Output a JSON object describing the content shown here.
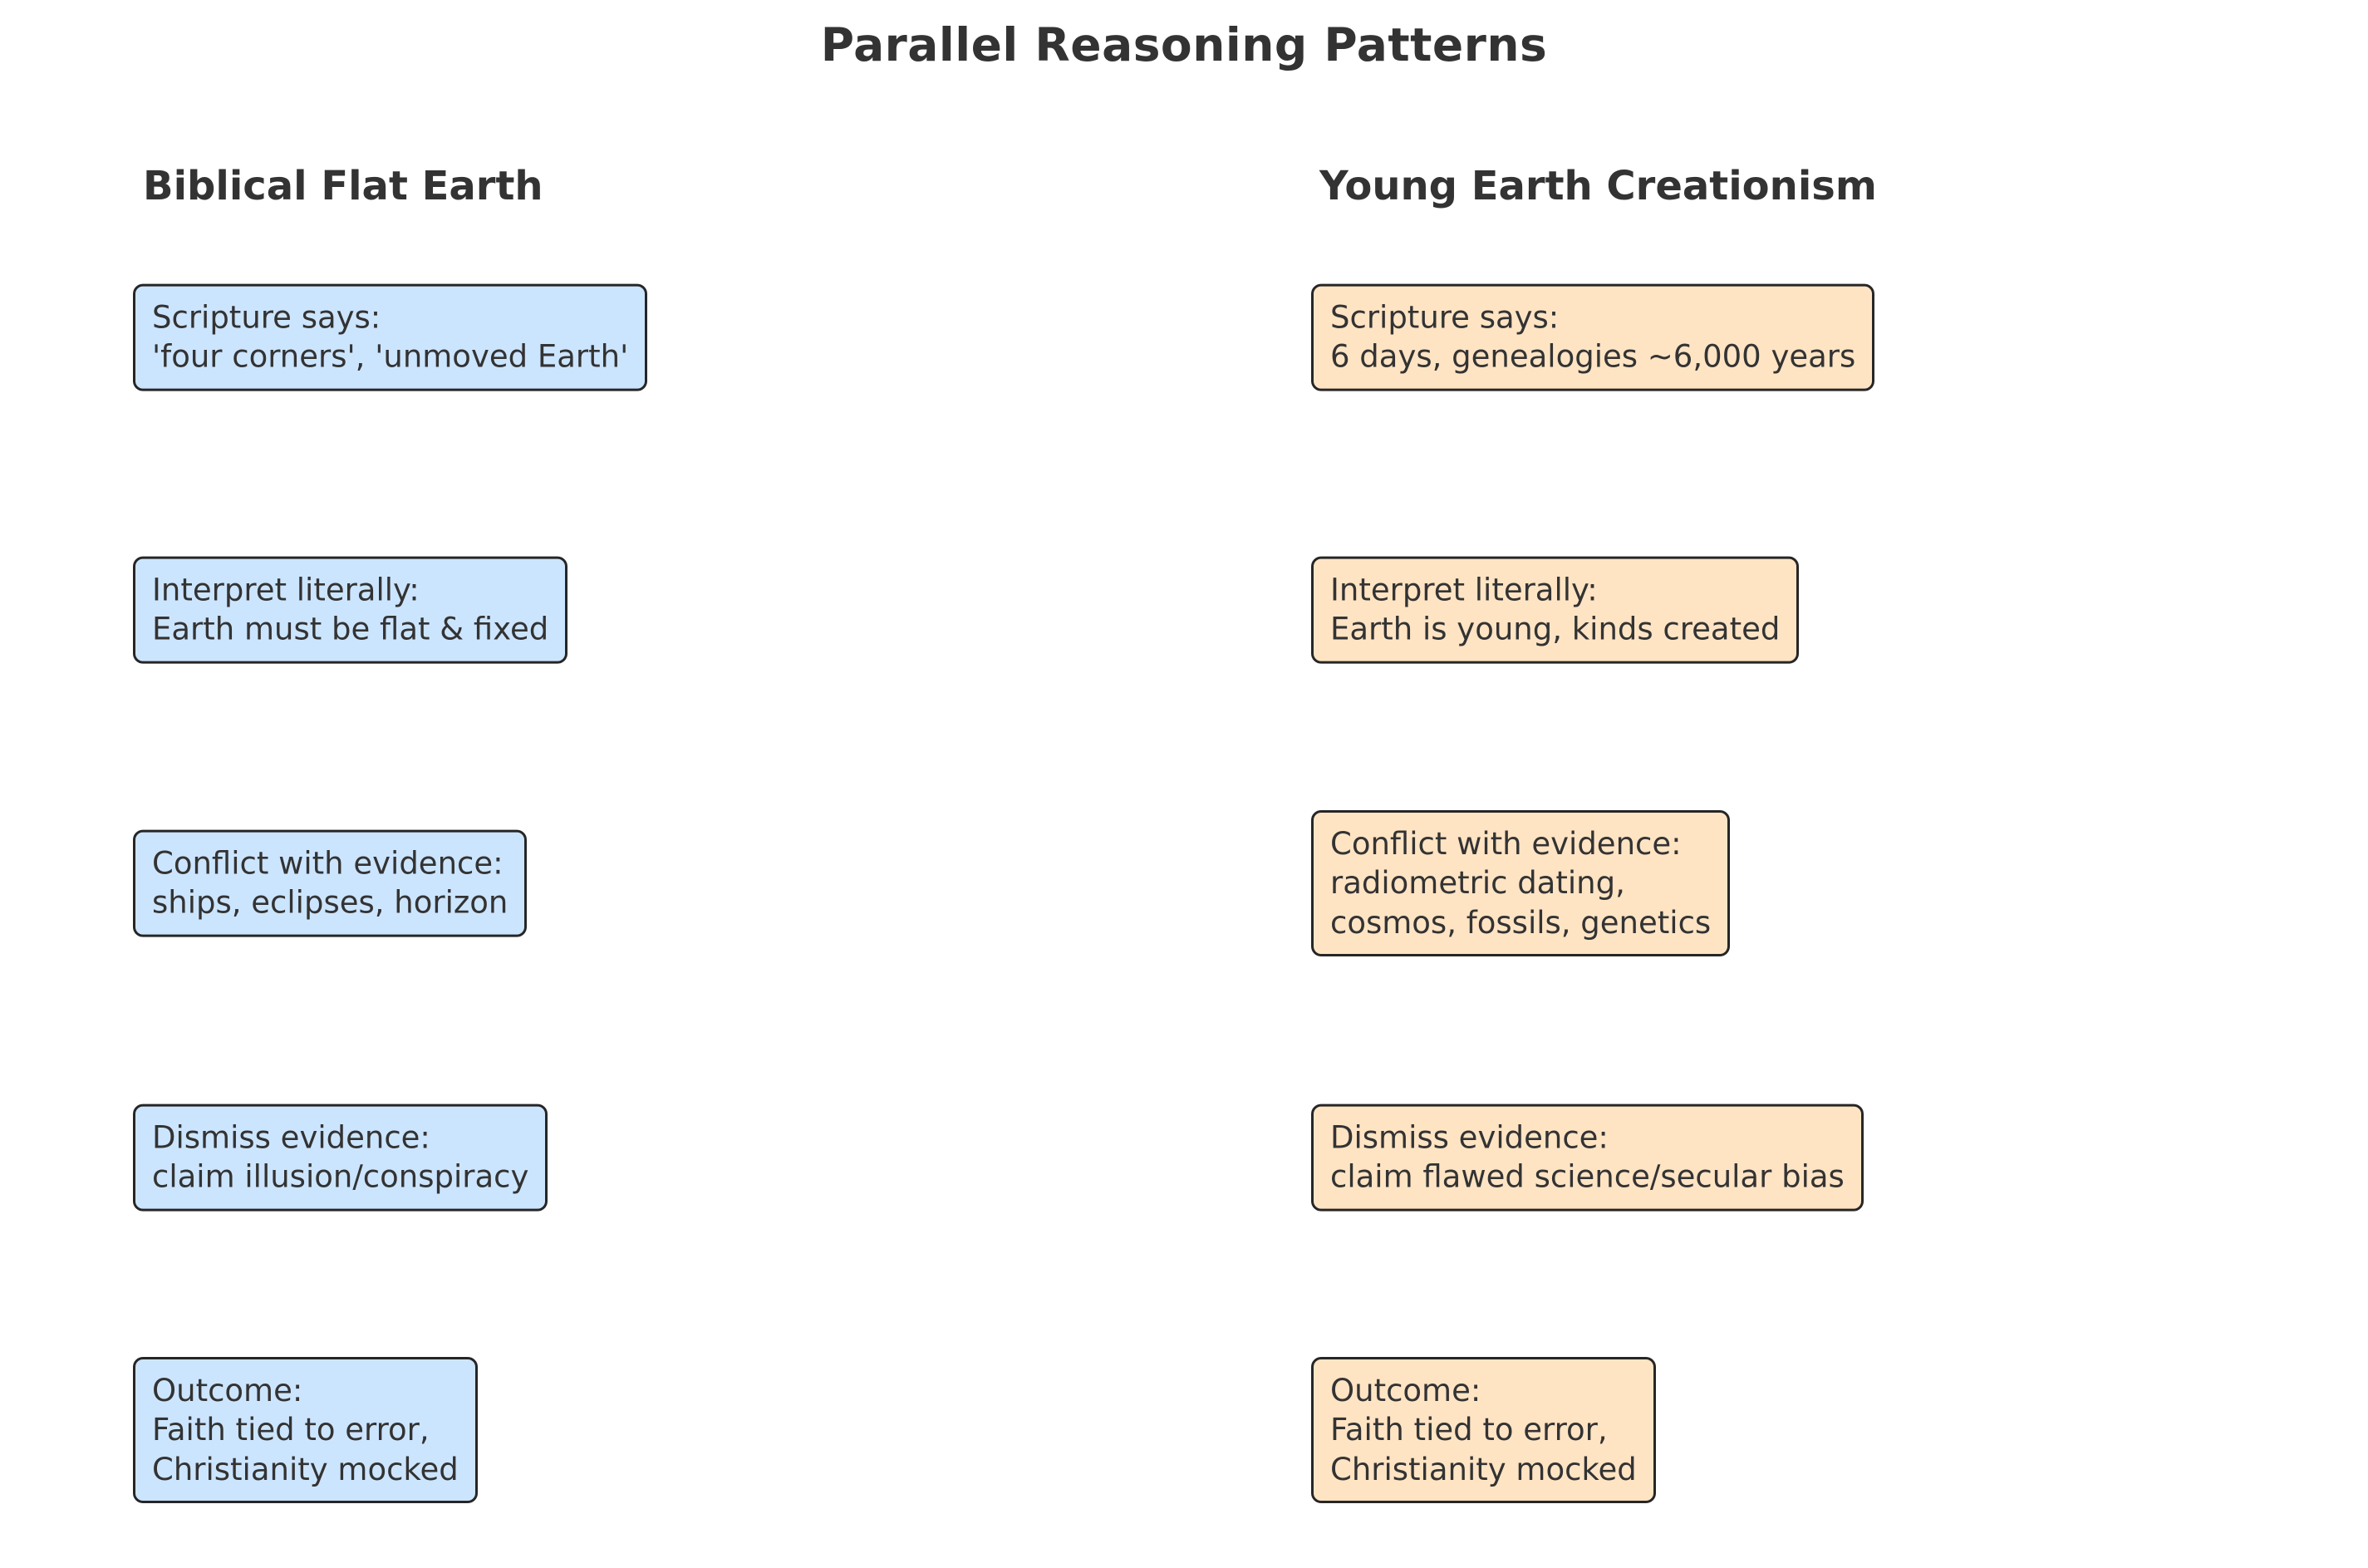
{
  "title": "Parallel Reasoning Patterns",
  "colors": {
    "left_box_fill": "#cce5ff",
    "right_box_fill": "#ffe4c4",
    "box_border": "#262626",
    "text": "#333333",
    "background": "#ffffff"
  },
  "columns": [
    {
      "header": "Biblical Flat Earth",
      "boxes": [
        {
          "lines": [
            "Scripture says:",
            "'four corners', 'unmoved Earth'"
          ]
        },
        {
          "lines": [
            "Interpret literally:",
            "Earth must be flat & fixed"
          ]
        },
        {
          "lines": [
            "Conflict with evidence:",
            "ships, eclipses, horizon"
          ]
        },
        {
          "lines": [
            "Dismiss evidence:",
            "claim illusion/conspiracy"
          ]
        },
        {
          "lines": [
            "Outcome:",
            "Faith tied to error,",
            "Christianity mocked"
          ]
        }
      ]
    },
    {
      "header": "Young Earth Creationism",
      "boxes": [
        {
          "lines": [
            "Scripture says:",
            "6 days, genealogies ~6,000 years"
          ]
        },
        {
          "lines": [
            "Interpret literally:",
            "Earth is young, kinds created"
          ]
        },
        {
          "lines": [
            "Conflict with evidence:",
            "radiometric dating,",
            "cosmos, fossils, genetics"
          ]
        },
        {
          "lines": [
            "Dismiss evidence:",
            "claim flawed science/secular bias"
          ]
        },
        {
          "lines": [
            "Outcome:",
            "Faith tied to error,",
            "Christianity mocked"
          ]
        }
      ]
    }
  ]
}
